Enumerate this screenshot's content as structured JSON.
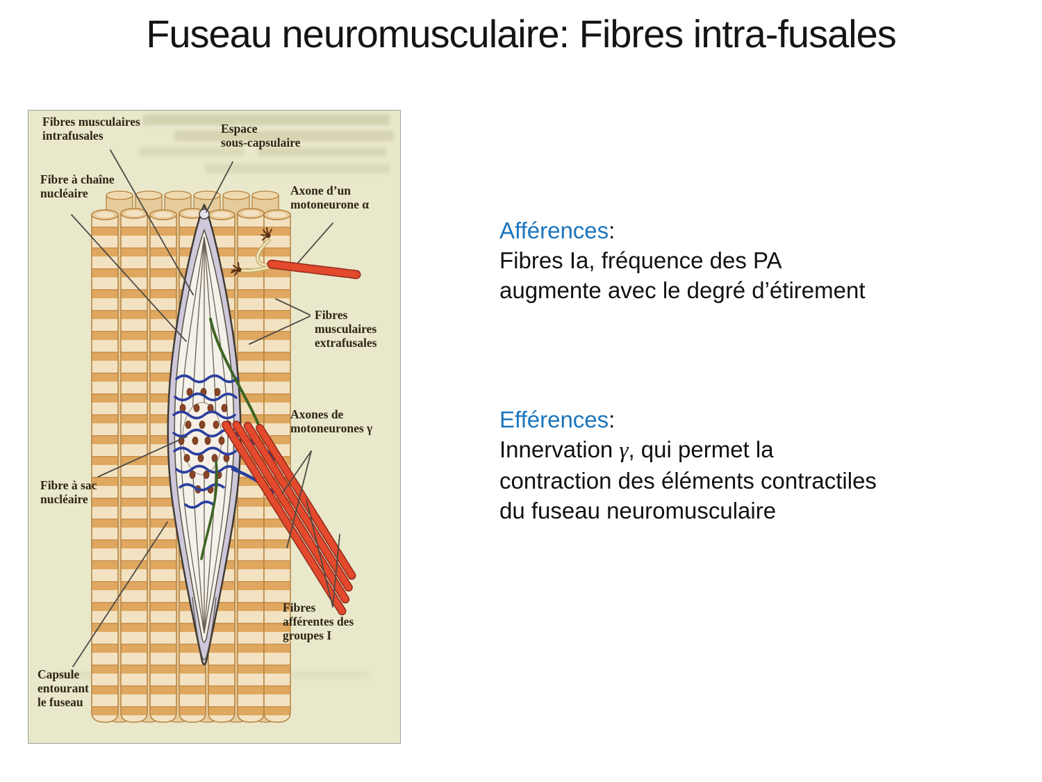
{
  "slide": {
    "title": "Fuseau neuromusculaire: Fibres intra-fusales"
  },
  "colors": {
    "accent_blue": "#1b75bc",
    "figure_background": "#e9e8cb",
    "extrafusal_fiber_tan": "#dfa75f",
    "red_axon": "#e3492c",
    "green_axon": "#3c6522",
    "blue_ending": "#2b3f9e"
  },
  "figure": {
    "labels": {
      "intrafusales": [
        "Fibres musculaires",
        "intrafusales"
      ],
      "espace": [
        "Espace",
        "sous-capsulaire"
      ],
      "chaine": [
        "Fibre à chaîne",
        "nucléaire"
      ],
      "alpha": [
        "Axone d’un",
        "motoneurone α"
      ],
      "extrafusales": [
        "Fibres",
        "musculaires",
        "extrafusales"
      ],
      "gamma": [
        "Axones de",
        "motoneurones γ"
      ],
      "sac": [
        "Fibre à sac",
        "nucléaire"
      ],
      "afferentes": [
        "Fibres",
        "afférentes des",
        "groupes I"
      ],
      "capsule": [
        "Capsule",
        "entourant",
        "le fuseau"
      ]
    }
  },
  "afferences": {
    "heading": "Afférences",
    "colon": ":",
    "line1": "Fibres Ia, fréquence des PA",
    "line2": "augmente avec le degré d’étirement"
  },
  "efferences": {
    "heading": "Efférences",
    "colon": ":",
    "line1_pre": "Innervation ",
    "gamma": "γ",
    "line1_post": ", qui permet la",
    "line2": "contraction des éléments contractiles",
    "line3": "du fuseau neuromusculaire"
  }
}
